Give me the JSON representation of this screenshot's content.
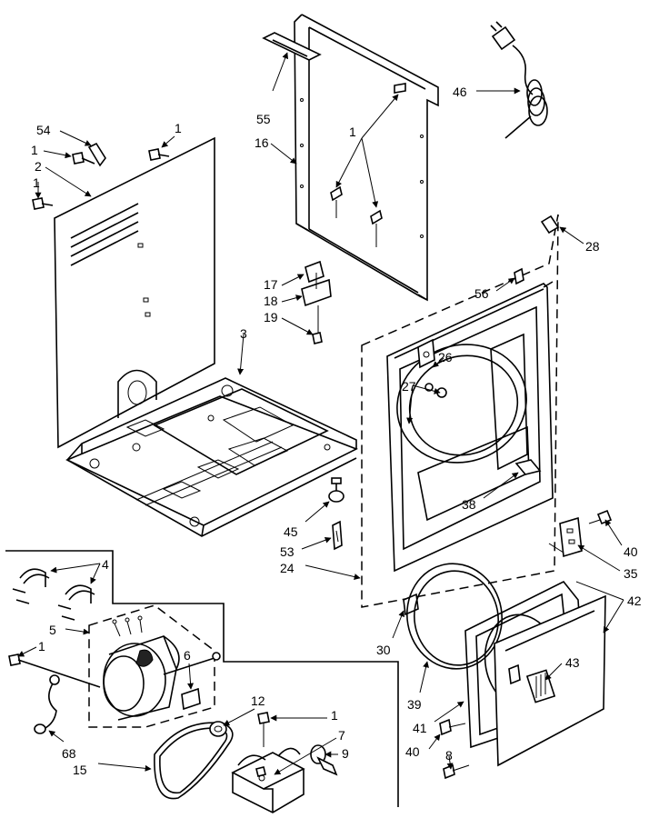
{
  "labels": {
    "l54": "54",
    "l1a": "1",
    "l2": "2",
    "l1b": "1",
    "l1c": "1",
    "l55": "55",
    "l16": "16",
    "l1d": "1",
    "l46": "46",
    "l28": "28",
    "l17": "17",
    "l18": "18",
    "l19": "19",
    "l3": "3",
    "l56": "56",
    "l26": "26",
    "l27": "27",
    "l38": "38",
    "l45": "45",
    "l53": "53",
    "l24": "24",
    "l4": "4",
    "l5": "5",
    "l6": "6",
    "l1e": "1",
    "l40a": "40",
    "l35": "35",
    "l42": "42",
    "l30": "30",
    "l43": "43",
    "l39": "39",
    "l41": "41",
    "l40b": "40",
    "l8": "8",
    "l68": "68",
    "l15": "15",
    "l12": "12",
    "l1f": "1",
    "l7": "7",
    "l9": "9"
  }
}
